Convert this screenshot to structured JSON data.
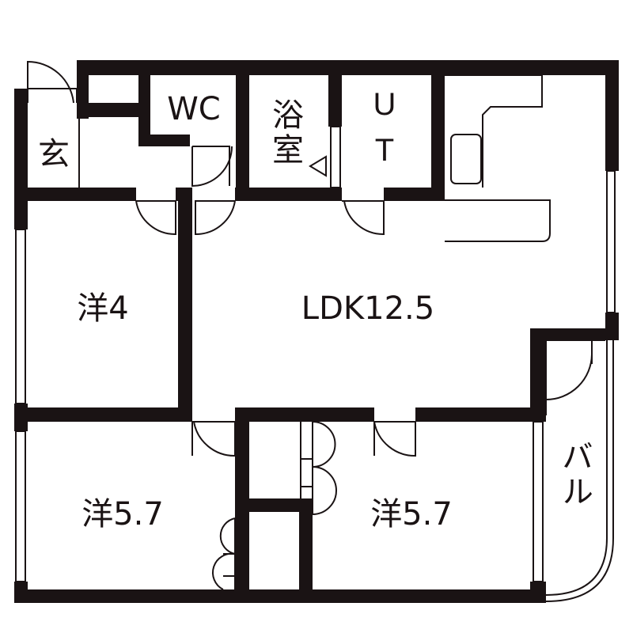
{
  "floor_plan": {
    "rooms": {
      "entrance": "玄",
      "toilet": "WC",
      "bath": "浴室",
      "utility": "UT",
      "western_room_a": "洋4",
      "ldk": "LDK12.5",
      "western_room_b": "洋5.7",
      "western_room_c": "洋5.7",
      "balcony": "バル"
    },
    "colors": {
      "wall": "#1a1314",
      "background": "#ffffff"
    }
  }
}
